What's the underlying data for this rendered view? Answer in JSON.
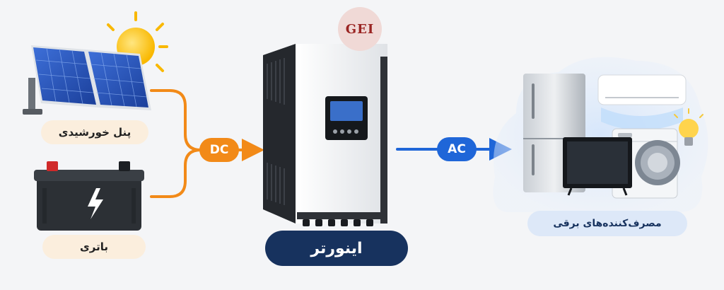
{
  "logo": {
    "text": "GEI"
  },
  "labels": {
    "solar": "پنل خورشیدی",
    "battery": "باتری",
    "inverter": "اینورتر",
    "loads": "مصرف‌کننده‌های برقی"
  },
  "flows": {
    "dc": "DC",
    "ac": "AC"
  },
  "colors": {
    "dc_flow": "#f28a18",
    "ac_flow": "#1f66d8",
    "label_bg": "#fbeedd",
    "inverter_label_bg": "#17325e",
    "loads_label_bg": "#dde8f8",
    "background": "#f4f5f7"
  },
  "icons": [
    "sun-icon",
    "solar-panel-icon",
    "battery-icon",
    "lightning-icon",
    "inverter-icon",
    "refrigerator-icon",
    "air-conditioner-icon",
    "tv-icon",
    "washing-machine-icon",
    "light-bulb-icon"
  ]
}
